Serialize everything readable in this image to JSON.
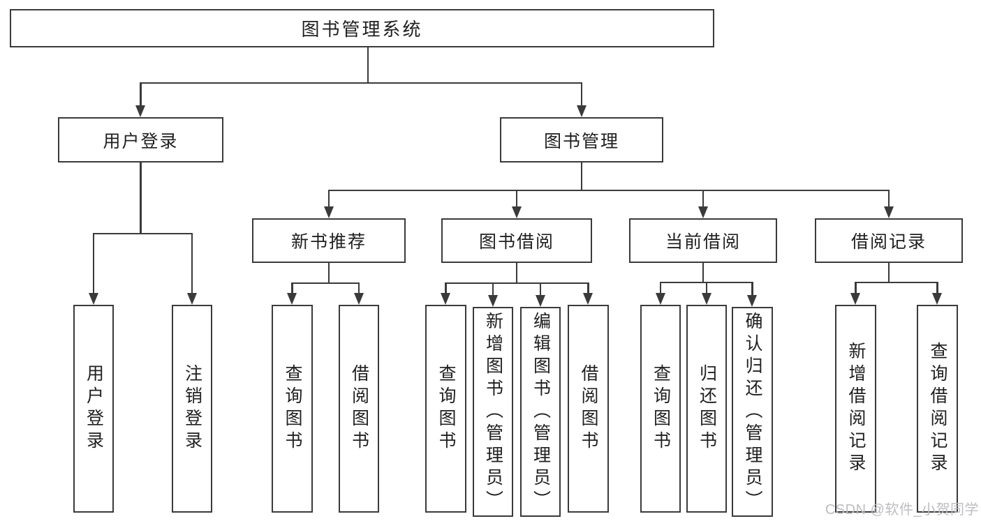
{
  "diagram": {
    "title": "图书管理系统",
    "colors": {
      "line": "#3a3a3a",
      "box_fill": "#ffffff",
      "text": "#1f1f1f",
      "watermark": "#bdbdc2",
      "background": "#ffffff"
    },
    "watermark": {
      "text": "CSDN @软件_小贺同学"
    },
    "nodes": [
      {
        "id": "root",
        "label": "图书管理系统",
        "level": 1,
        "parent": null
      },
      {
        "id": "user-login",
        "label": "用户登录",
        "level": 2,
        "parent": "root"
      },
      {
        "id": "book-mgmt",
        "label": "图书管理",
        "level": 2,
        "parent": "root"
      },
      {
        "id": "new-book-rec",
        "label": "新书推荐",
        "level": 3,
        "parent": "book-mgmt"
      },
      {
        "id": "book-borrow",
        "label": "图书借阅",
        "level": 3,
        "parent": "book-mgmt"
      },
      {
        "id": "current-borrow",
        "label": "当前借阅",
        "level": 3,
        "parent": "book-mgmt"
      },
      {
        "id": "borrow-records",
        "label": "借阅记录",
        "level": 3,
        "parent": "book-mgmt"
      },
      {
        "id": "user-login-leaf",
        "label": "用户登录",
        "level": 4,
        "parent": "user-login"
      },
      {
        "id": "logout-leaf",
        "label": "注销登录",
        "level": 4,
        "parent": "user-login"
      },
      {
        "id": "query-book-1",
        "label": "查询图书",
        "level": 4,
        "parent": "new-book-rec"
      },
      {
        "id": "borrow-book-1",
        "label": "借阅图书",
        "level": 4,
        "parent": "new-book-rec"
      },
      {
        "id": "query-book-2",
        "label": "查询图书",
        "level": 4,
        "parent": "book-borrow"
      },
      {
        "id": "add-book-admin",
        "label": "新增图书（管理员）",
        "level": 4,
        "parent": "book-borrow"
      },
      {
        "id": "edit-book-admin",
        "label": "编辑图书（管理员）",
        "level": 4,
        "parent": "book-borrow"
      },
      {
        "id": "borrow-book-2",
        "label": "借阅图书",
        "level": 4,
        "parent": "book-borrow"
      },
      {
        "id": "query-book-3",
        "label": "查询图书",
        "level": 4,
        "parent": "current-borrow"
      },
      {
        "id": "return-book",
        "label": "归还图书",
        "level": 4,
        "parent": "current-borrow"
      },
      {
        "id": "confirm-return-admin",
        "label": "确认归还（管理员）",
        "level": 4,
        "parent": "current-borrow"
      },
      {
        "id": "add-borrow-record",
        "label": "新增借阅记录",
        "level": 4,
        "parent": "borrow-records"
      },
      {
        "id": "query-borrow-record",
        "label": "查询借阅记录",
        "level": 4,
        "parent": "borrow-records"
      }
    ]
  }
}
